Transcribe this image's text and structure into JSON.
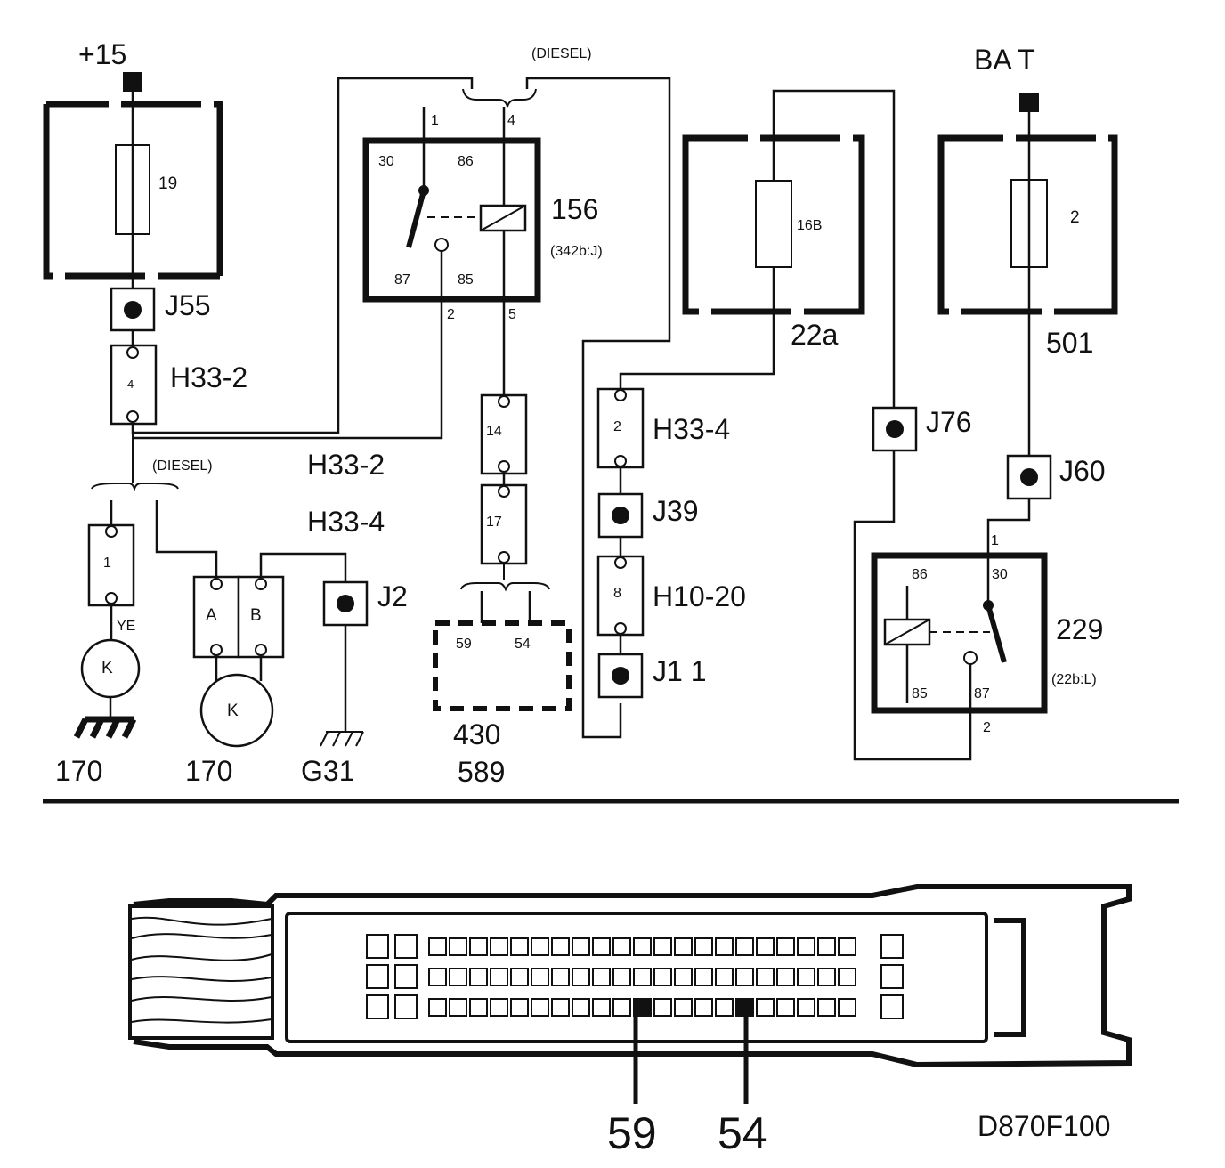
{
  "supply": {
    "plus15": "+15",
    "bat": "BA T"
  },
  "fuses": {
    "f19": "19",
    "f16b": "16B",
    "f2": "2"
  },
  "fuse_boxes": {
    "box22a": "22a",
    "box501": "501"
  },
  "junctions": {
    "j55": "J55",
    "j76": "J76",
    "j60": "J60",
    "j39": "J39",
    "j1": "J1 1",
    "j2": "J2"
  },
  "connectors": {
    "h33_2_a": "H33-2",
    "h33_2_a_pin": "4",
    "h33_2_b": "H33-2",
    "h33_4_b": "H33-4",
    "h33_4": "H33-4",
    "h33_4_pin": "2",
    "h10_20": "H10-20",
    "h10_20_pin": "8",
    "c14": "14",
    "c17": "17",
    "c1": "1",
    "ca": "A",
    "cb": "B"
  },
  "relay156": {
    "number": "156",
    "ref": "(342b:J)",
    "t30": "30",
    "t86": "86",
    "t87": "87",
    "t85": "85",
    "w1": "1",
    "w4": "4",
    "w2": "2",
    "w5": "5"
  },
  "relay229": {
    "number": "229",
    "ref": "(22b:L)",
    "t86": "86",
    "t30": "30",
    "t85": "85",
    "t87": "87",
    "w1": "1",
    "w2": "2"
  },
  "diesel": {
    "top": "(DIESEL)",
    "left": "(DIESEL)"
  },
  "ecu": {
    "pin59": "59",
    "pin54": "54",
    "id1": "430",
    "id2": "589"
  },
  "loads": {
    "k1": "K",
    "k2": "K",
    "ye": "YE",
    "g170a": "170",
    "g170b": "170",
    "g31": "G31"
  },
  "bottom": {
    "pin59": "59",
    "pin54": "54",
    "code": "D870F100"
  }
}
